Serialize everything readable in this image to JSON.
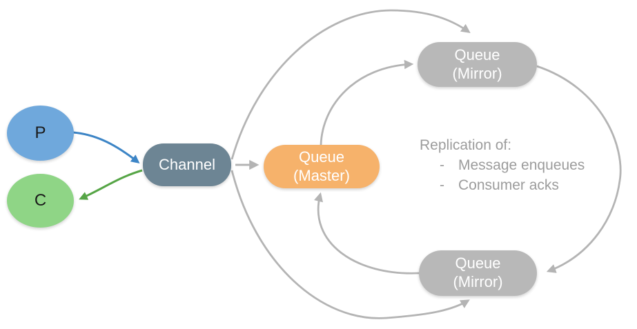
{
  "diagram": {
    "nodes": {
      "producer": {
        "label": "P"
      },
      "consumer": {
        "label": "C"
      },
      "channel": {
        "label": "Channel"
      },
      "queue_master": {
        "line1": "Queue",
        "line2": "(Master)"
      },
      "queue_mirror_top": {
        "line1": "Queue",
        "line2": "(Mirror)"
      },
      "queue_mirror_bottom": {
        "line1": "Queue",
        "line2": "(Mirror)"
      }
    },
    "annotation": {
      "heading": "Replication of:",
      "bullet": "-",
      "items": [
        {
          "label": "Message enqueues"
        },
        {
          "label": "Consumer acks"
        }
      ]
    },
    "edges": [
      "producer-to-channel",
      "channel-to-consumer",
      "channel-to-queue-master",
      "channel-to-mirror-top",
      "channel-to-mirror-bottom",
      "master-to-mirror-top",
      "mirror-top-to-mirror-bottom",
      "mirror-bottom-to-master"
    ]
  },
  "colors": {
    "producer": "#6fa8dc",
    "consumer": "#8fd586",
    "channel": "#6d8594",
    "master": "#f6b26b",
    "mirror": "#b8b8b8",
    "arrow_gray": "#b4b4b4",
    "arrow_blue": "#3d85c6",
    "arrow_green": "#56a546",
    "text_gray": "#9c9c9c",
    "node_text": "#ffffff",
    "endpoint_text": "#1a1a1a",
    "canvas_bg": "#ffffff"
  }
}
